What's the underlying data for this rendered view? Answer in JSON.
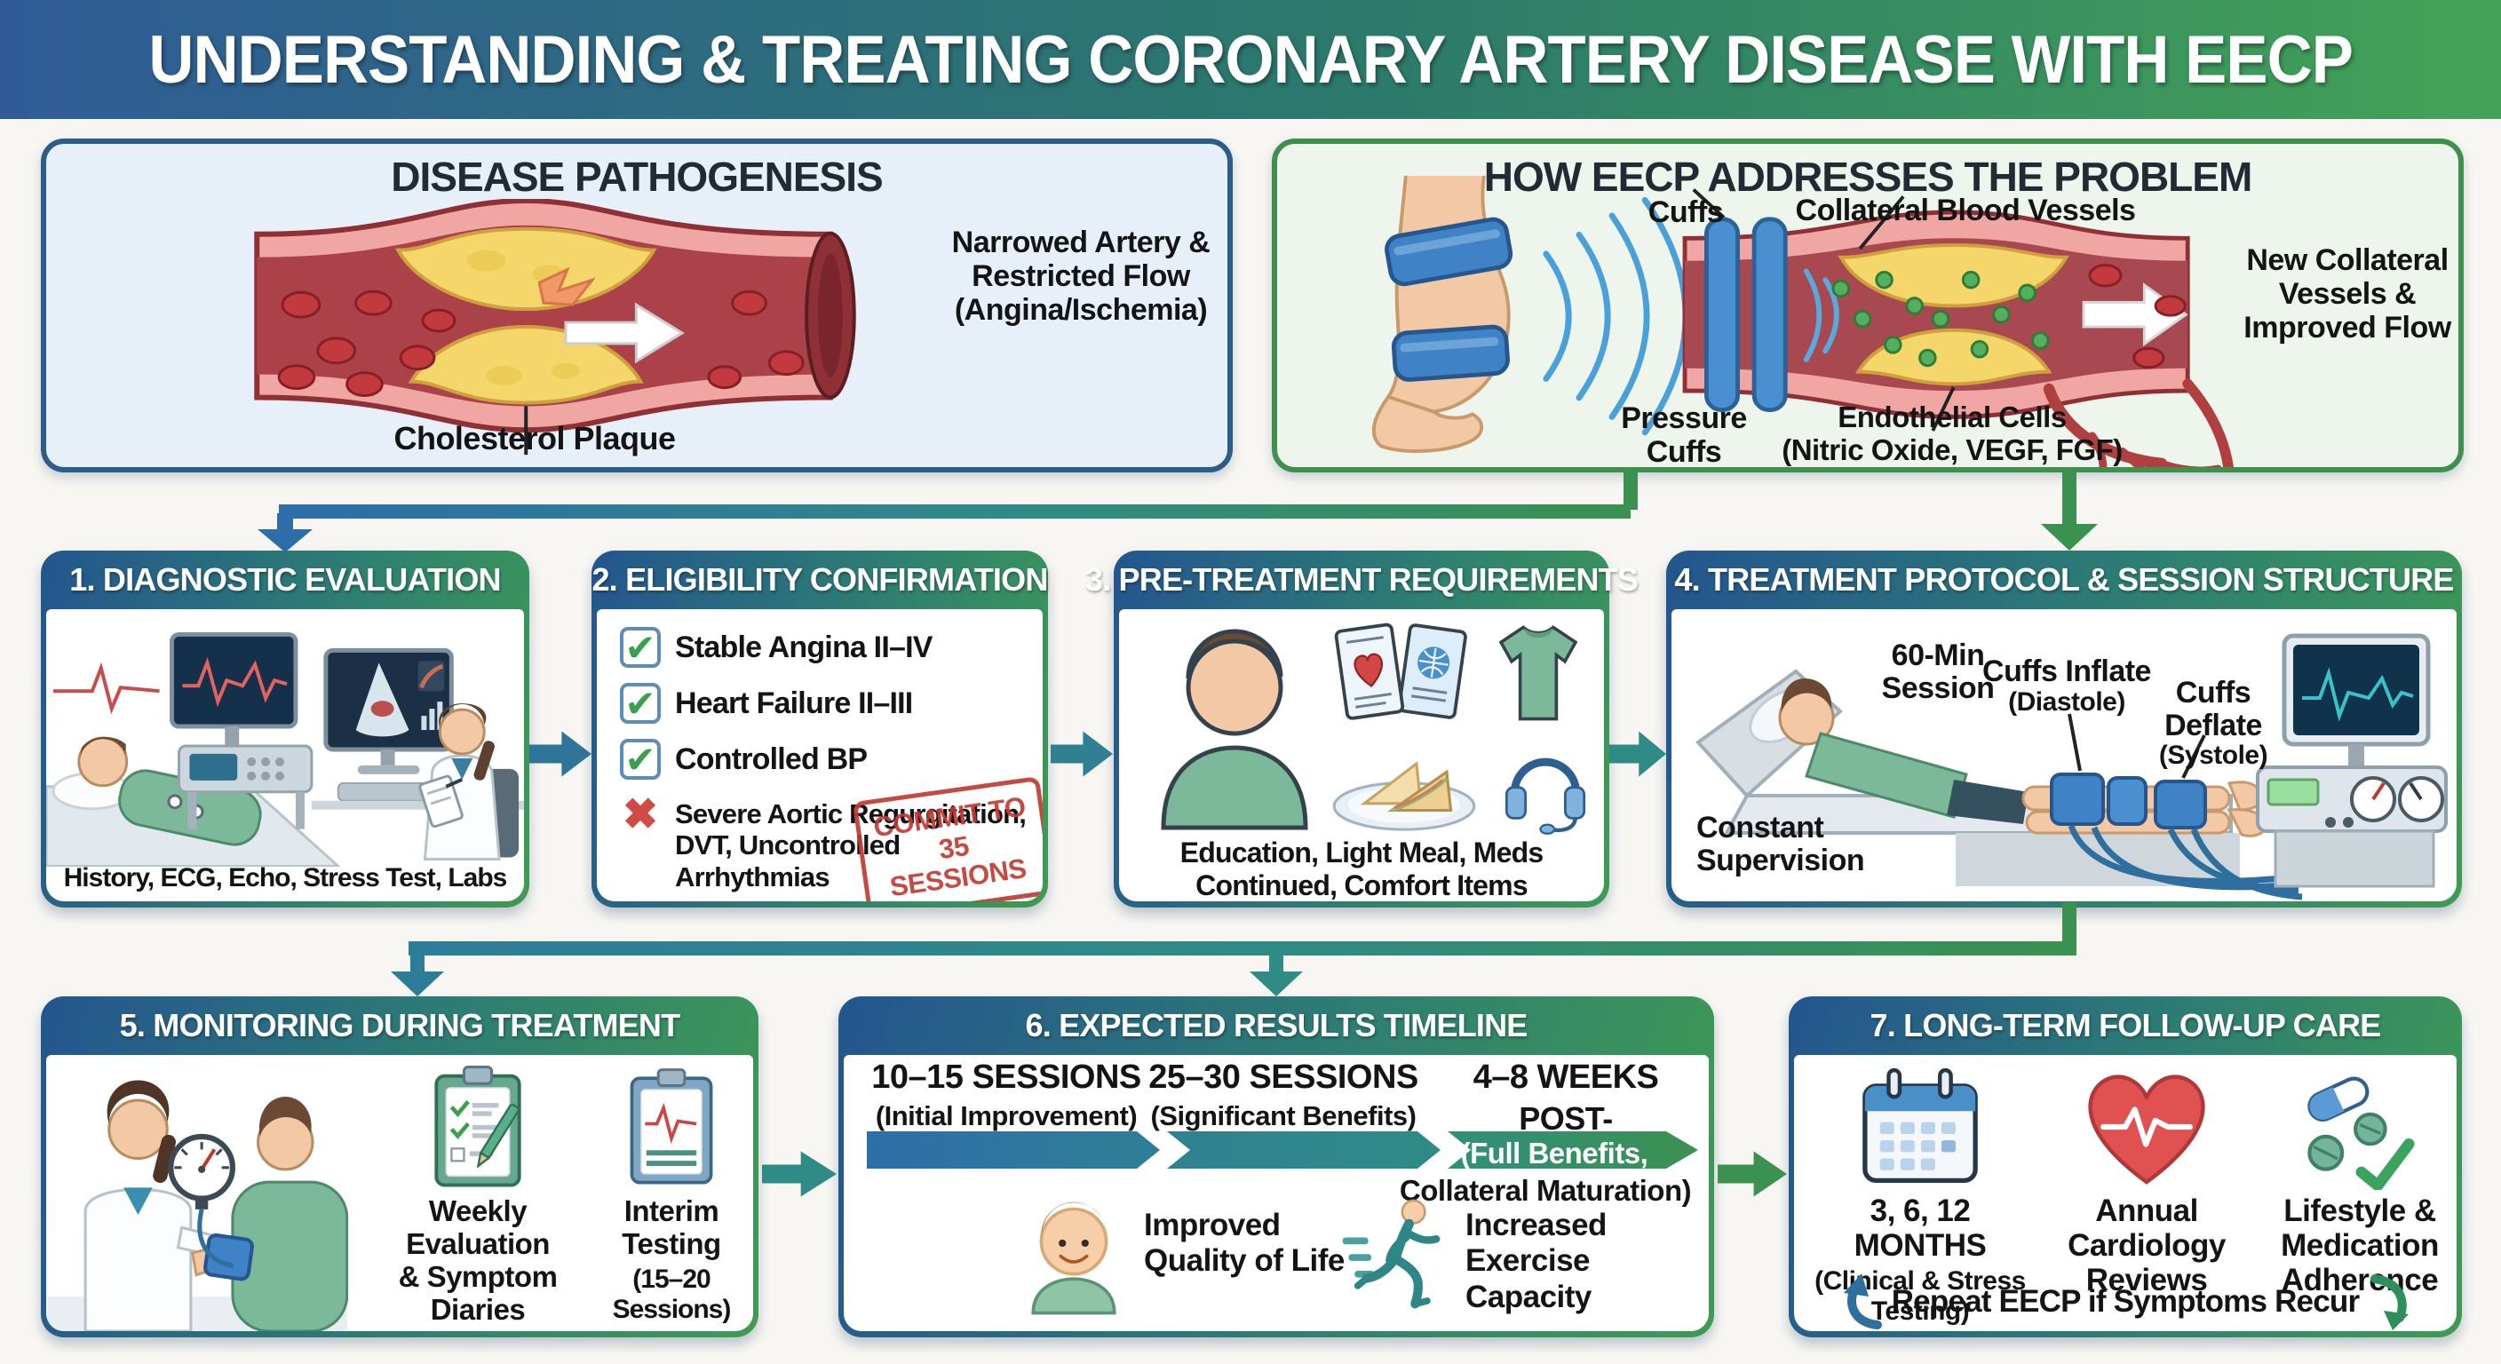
{
  "banner": {
    "title": "UNDERSTANDING & TREATING CORONARY ARTERY DISEASE WITH EECP"
  },
  "colors": {
    "banner_left": "#2f5c96",
    "banner_right": "#43a257",
    "panel_blue_border": "#2b5c8a",
    "panel_green_border": "#3f8f4f",
    "header_gradient_left": "#24558f",
    "header_gradient_right": "#3f9b52",
    "arrow_teal": "#2f8b86",
    "arrow_green": "#3a9150",
    "arrow_blue": "#2d6ea8",
    "check_green": "#3aa04d",
    "cross_red": "#d14b44",
    "stamp_red": "#c23a33"
  },
  "pathogenesis": {
    "title": "DISEASE PATHOGENESIS",
    "narrowed_label": "Narrowed Artery &\nRestricted Flow\n(Angina/Ischemia)",
    "plaque_label": "Cholesterol Plaque"
  },
  "eecp": {
    "title": "HOW EECP ADDRESSES THE PROBLEM",
    "cuffs_label": "Cuffs",
    "collateral_label": "Collateral Blood Vessels",
    "pressure_cuffs_label": "Pressure\nCuffs",
    "endothelial_label": "Endothelial Cells\n(Nitric Oxide, VEGF, FGF)",
    "new_collateral_label": "New Collateral\nVessels &\nImproved Flow"
  },
  "steps": [
    {
      "title": "1. DIAGNOSTIC EVALUATION",
      "caption": "History, ECG, Echo, Stress Test, Labs"
    },
    {
      "title": "2. ELIGIBILITY CONFIRMATION",
      "items": [
        {
          "mark": "check",
          "glyph": "✔",
          "text": "Stable Angina II–IV"
        },
        {
          "mark": "check",
          "glyph": "✔",
          "text": "Heart Failure II–III"
        },
        {
          "mark": "check",
          "glyph": "✔",
          "text": "Controlled BP"
        },
        {
          "mark": "cross",
          "glyph": "✖",
          "text": "Severe Aortic Regurgitation,\nDVT, Uncontrolled\nArrhythmias"
        }
      ],
      "stamp": "COMMIT TO\n35 SESSIONS"
    },
    {
      "title": "3. PRE-TREATMENT REQUIREMENTS",
      "caption": "Education, Light Meal, Meds\nContinued, Comfort Items"
    },
    {
      "title": "4. TREATMENT PROTOCOL & SESSION STRUCTURE",
      "session_label": "60-Min\nSession",
      "inflate_label": "Cuffs Inflate",
      "inflate_sub": "(Diastole)",
      "deflate_label": "Cuffs Deflate",
      "deflate_sub": "(Systole)",
      "supervision_label": "Constant\nSupervision"
    },
    {
      "title": "5. MONITORING DURING TREATMENT",
      "weekly_label": "Weekly Evaluation\n& Symptom\nDiaries",
      "interim_label": "Interim\nTesting",
      "interim_sub": "(15–20 Sessions)"
    },
    {
      "title": "6. EXPECTED RESULTS TIMELINE",
      "milestones": [
        {
          "heading": "10–15 SESSIONS",
          "sub": "(Initial Improvement)"
        },
        {
          "heading": "25–30 SESSIONS",
          "sub": "(Significant Benefits)"
        },
        {
          "heading": "4–8 WEEKS",
          "sub": "POST-TREATMENT"
        }
      ],
      "full_benefits_line1": "(Full Benefits,",
      "full_benefits_line2": "Collateral Maturation)",
      "outcome1": "Improved\nQuality of Life",
      "outcome2": "Increased\nExercise Capacity"
    },
    {
      "title": "7. LONG-TERM FOLLOW-UP CARE",
      "followups": [
        {
          "heading": "3, 6, 12 MONTHS",
          "sub": "(Clinical & Stress\nTesting)"
        },
        {
          "heading": "Annual\nCardiology\nReviews",
          "sub": ""
        },
        {
          "heading": "Lifestyle &\nMedication\nAdherence",
          "sub": ""
        }
      ],
      "footer": "Repeat EECP if Symptoms Recur"
    }
  ]
}
